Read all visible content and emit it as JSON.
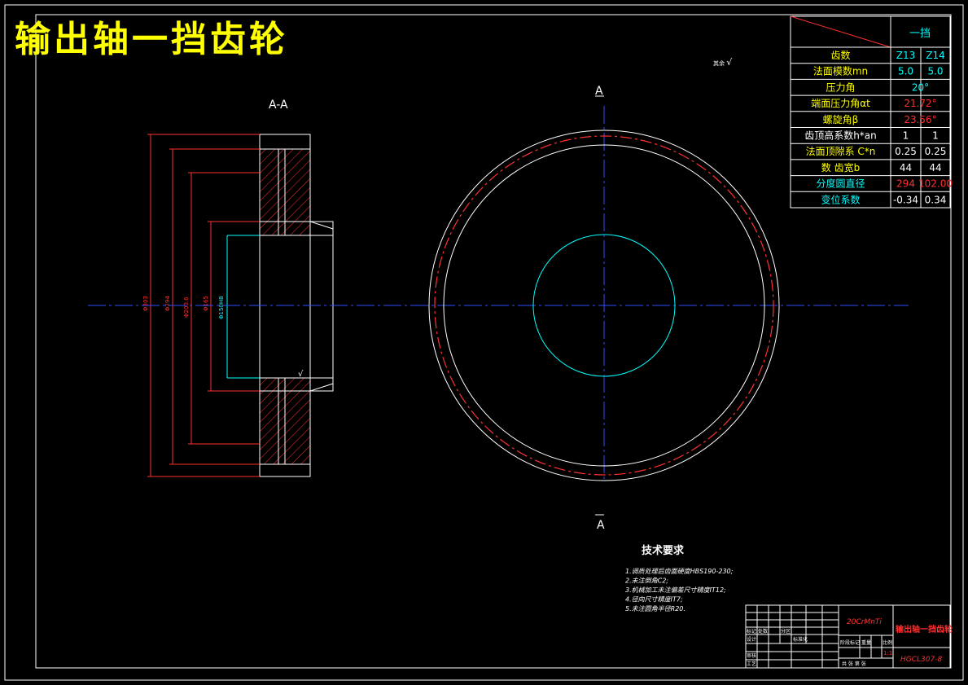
{
  "title": "输出轴一挡齿轮",
  "section_label": "A-A",
  "section_mark_top": "A",
  "section_mark_bottom": "A",
  "surface_mark": "其余",
  "dims": {
    "d1": "Φ303",
    "d2": "Φ294",
    "d3": "Φ200.6",
    "d4": "Φ165",
    "d5": "Φ150H8"
  },
  "params": {
    "header": "一挡",
    "rows": [
      {
        "label": "齿数",
        "v1": "Z13",
        "v2": "Z14",
        "label_color": "#ffff00",
        "value_color": "#00ffff"
      },
      {
        "label": "法面模数mn",
        "v1": "5.0",
        "v2": "5.0",
        "label_color": "#ffff00",
        "value_color": "#00ffff"
      },
      {
        "label": "压力角",
        "v1": "20°",
        "v2": "",
        "label_color": "#ffff00",
        "value_color": "#00ffff"
      },
      {
        "label": "端面压力角αt",
        "v1": "21.72°",
        "v2": "",
        "label_color": "#ffff00",
        "value_color": "#ff3030"
      },
      {
        "label": "螺旋角β",
        "v1": "23.56°",
        "v2": "",
        "label_color": "#ffff00",
        "value_color": "#ff3030"
      },
      {
        "label": "齿顶高系数h*an",
        "v1": "1",
        "v2": "1",
        "label_color": "#ffffff",
        "value_color": "#ffffff"
      },
      {
        "label": "法面顶隙系 C*n",
        "v1": "0.25",
        "v2": "0.25",
        "label_color": "#ffff00",
        "value_color": "#ffffff"
      },
      {
        "label": "数 齿宽b",
        "v1": "44",
        "v2": "44",
        "label_color": "#ffff00",
        "value_color": "#ffffff"
      },
      {
        "label": "分度圆直径",
        "v1": "294",
        "v2": "102.00",
        "label_color": "#00ffff",
        "value_color": "#ff3030"
      },
      {
        "label": "变位系数",
        "v1": "-0.34",
        "v2": "0.34",
        "label_color": "#00ffff",
        "value_color": "#ffffff"
      }
    ]
  },
  "tech": {
    "heading": "技术要求",
    "items": [
      "1.调质处理后齿面硬度HBS190-230;",
      "2.未注倒角C2;",
      "3.机械加工未注偏差尺寸精度IT12;",
      "4.径向尺寸精度IT7;",
      "5.未注圆角半径R20."
    ]
  },
  "titleblock": {
    "material": "20CrMnTi",
    "part_name": "输出轴一挡齿轮",
    "drawing_no": "HGCL307-8",
    "scale": "1:1",
    "labels": {
      "mark": "标记",
      "count": "处数",
      "zone": "分区",
      "design": "设计",
      "standardize": "标准化",
      "stage_mark": "阶段标记",
      "weight": "重量",
      "scale": "比例",
      "review": "审核",
      "process": "工艺",
      "sheets": "共 张 第 张"
    }
  }
}
